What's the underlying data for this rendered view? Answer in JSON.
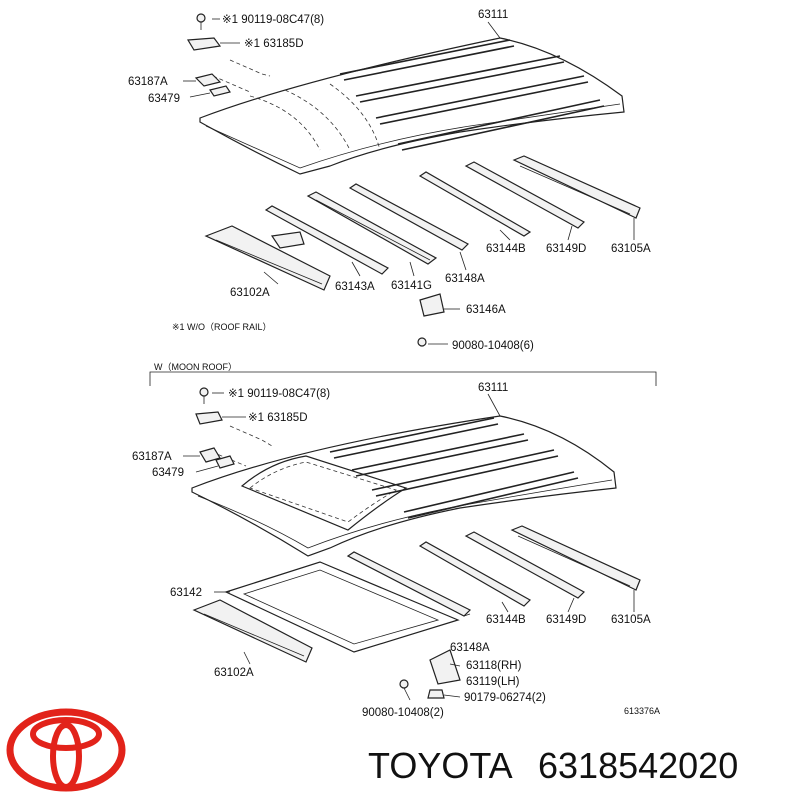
{
  "upper": {
    "bolt_label": "※1 90119-08C47(8)",
    "clip_label": "※1 63185D",
    "panel": "63111",
    "bracket_a": "63187A",
    "bracket_b": "63479",
    "bow_1": "63144B",
    "bow_2": "63149D",
    "bow_3": "63105A",
    "bow_4": "63143A",
    "bow_5": "63141G",
    "bow_6": "63148A",
    "header": "63102A",
    "gusset": "63146A",
    "screw": "90080-10408(6)",
    "footnote": "※1  W/O（ROOF RAIL）"
  },
  "lower": {
    "section_title": "W（MOON ROOF）",
    "bolt_label": "※1 90119-08C47(8)",
    "clip_label": "※1 63185D",
    "panel": "63111",
    "bracket_a": "63187A",
    "bracket_b": "63479",
    "frame": "63142",
    "bow_1": "63144B",
    "bow_2": "63149D",
    "bow_3": "63105A",
    "bow_6": "63148A",
    "header": "63102A",
    "brace_rh": "63118(RH)",
    "brace_lh": "63119(LH)",
    "screw": "90080-10408(2)",
    "nut": "90179-06274(2)",
    "drawing_ref": "613376A"
  },
  "brand": {
    "name": "TOYOTA",
    "part_number": "6318542020",
    "logo_icon": "toyota-logo-icon",
    "logo_color": "#e2231a"
  }
}
